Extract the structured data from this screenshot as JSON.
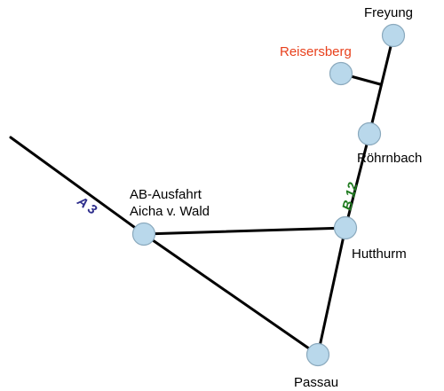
{
  "places": {
    "freyung": "Freyung",
    "reisersberg": "Reisersberg",
    "roehrnbach": "Röhrnbach",
    "ab_ausfahrt_line1": "AB-Ausfahrt",
    "ab_ausfahrt_line2": "Aicha v. Wald",
    "hutthurm": "Hutthurm",
    "passau": "Passau"
  },
  "roads": {
    "autobahn": "A 3",
    "bundesstrasse": "B 12"
  },
  "colors": {
    "node_fill": "#b9d8eb",
    "road": "#000000",
    "autobahn_label": "#2e2e8c",
    "bundesstrasse_label": "#1e7a1e",
    "reisersberg_label": "#e8401c",
    "default_label": "#000000"
  }
}
